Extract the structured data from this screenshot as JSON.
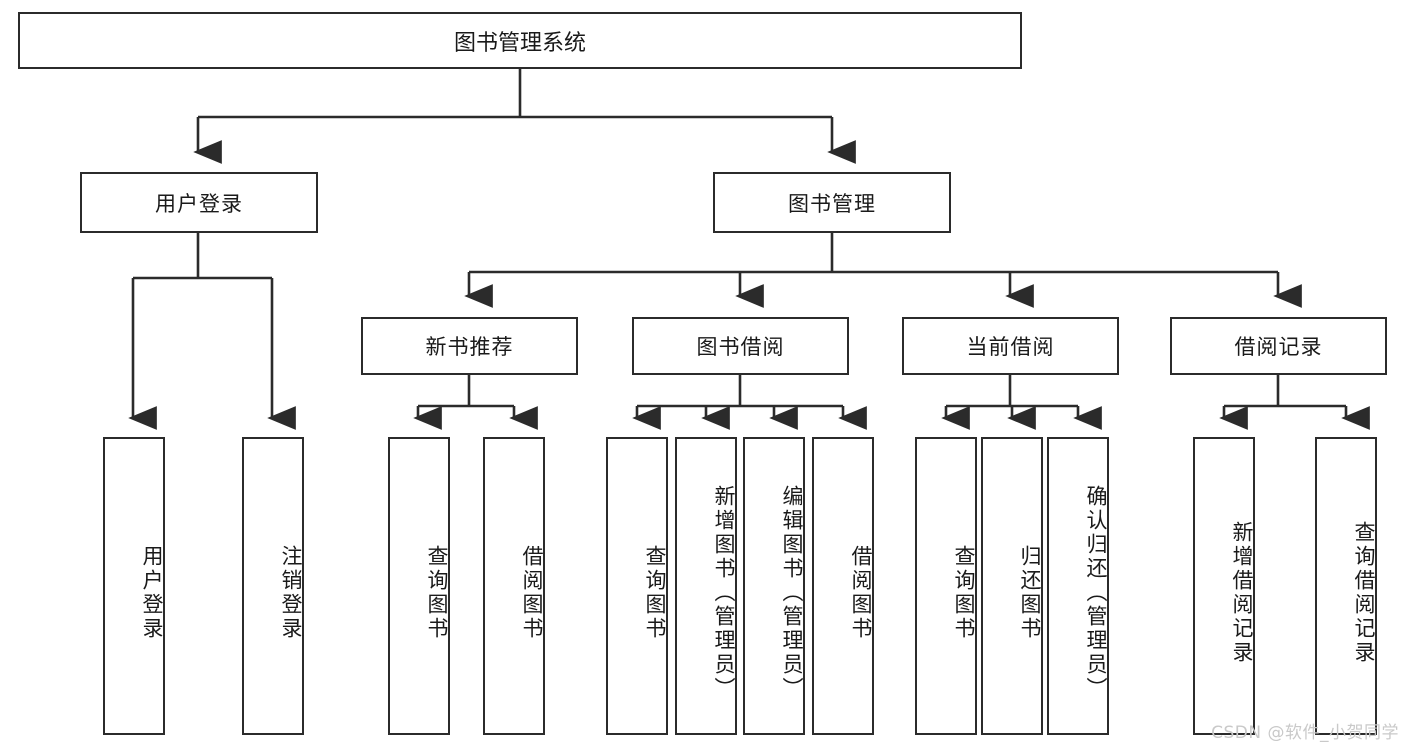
{
  "diagram": {
    "title_node": {
      "label": "图书管理系统"
    },
    "level1": [
      {
        "label": "用户登录"
      },
      {
        "label": "图书管理"
      }
    ],
    "level2": [
      {
        "label": "新书推荐"
      },
      {
        "label": "图书借阅"
      },
      {
        "label": "当前借阅"
      },
      {
        "label": "借阅记录"
      }
    ],
    "leaves": {
      "user_login": [
        {
          "label": "用户登录"
        },
        {
          "label": "注销登录"
        }
      ],
      "new_book": [
        {
          "label": "查询图书"
        },
        {
          "label": "借阅图书"
        }
      ],
      "book_borrow": [
        {
          "label": "查询图书"
        },
        {
          "label": "新增图书（管理员）"
        },
        {
          "label": "编辑图书（管理员）"
        },
        {
          "label": "借阅图书"
        }
      ],
      "current_borrow": [
        {
          "label": "查询图书"
        },
        {
          "label": "归还图书"
        },
        {
          "label": "确认归还（管理员）"
        }
      ],
      "borrow_record": [
        {
          "label": "新增借阅记录"
        },
        {
          "label": "查询借阅记录"
        }
      ]
    },
    "watermark": "CSDN @软件_小贺同学",
    "colors": {
      "stroke": "#2b2b2b",
      "fill": "#ffffff",
      "text": "#1a1a1a",
      "watermark": "#c9c9c9"
    }
  }
}
